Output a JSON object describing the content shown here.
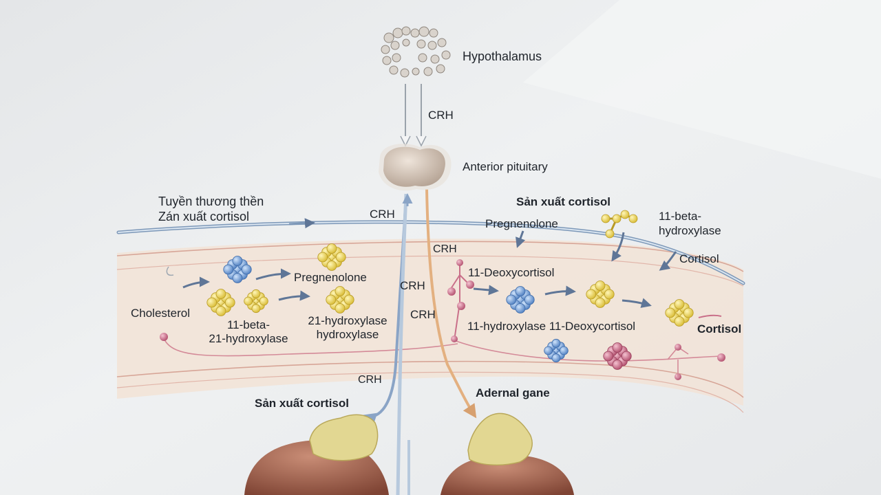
{
  "labels": {
    "hypothalamus": "Hypothalamus",
    "crh_top": "CRH",
    "anterior_pituitary": "Anterior pituitary",
    "left_title_1": "Tuyền thương thền",
    "left_title_2": "Zán xuất cortisol",
    "crh_mid": "CRH",
    "right_title": "Sản xuất cortisol",
    "pregnenolone_top": "Pregnenolone",
    "beta_hydroxylase_top_1": "11-beta-",
    "beta_hydroxylase_top_2": "hydroxylase",
    "cortisol_top": "Cortisol",
    "crh_right": "CRH",
    "deoxycortisol_top": "11-Deoxycortisol",
    "pregnenolone_mid": "Pregnenolone",
    "cholesterol": "Cholesterol",
    "beta_label_1": "11-beta-",
    "beta_label_2": "21-hydroxylase",
    "hydroxylase_21_1": "21-hydroxylase",
    "hydroxylase_21_2": "hydroxylase",
    "crh_vessel_1": "CRH",
    "crh_vessel_2": "CRH",
    "hydroxylase_11_row": "11-hydroxylase 11-Deoxycortisol",
    "cortisol_end": "Cortisol",
    "crh_low": "CRH",
    "bottom_left": "Sản xuất cortisol",
    "bottom_right": "Adernal gane"
  },
  "colors": {
    "background": "#eceef0",
    "tissue": "#f2e3d6",
    "vessel_blue": "#7d98b8",
    "vessel_orange": "#e3b080",
    "arrow_blue": "#5f7697",
    "molecule_yellow": "#e6cf52",
    "molecule_blue": "#6f9ed6",
    "molecule_pink": "#c96f89",
    "gland_yellow": "#e2d792",
    "kidney": "#a06552"
  }
}
